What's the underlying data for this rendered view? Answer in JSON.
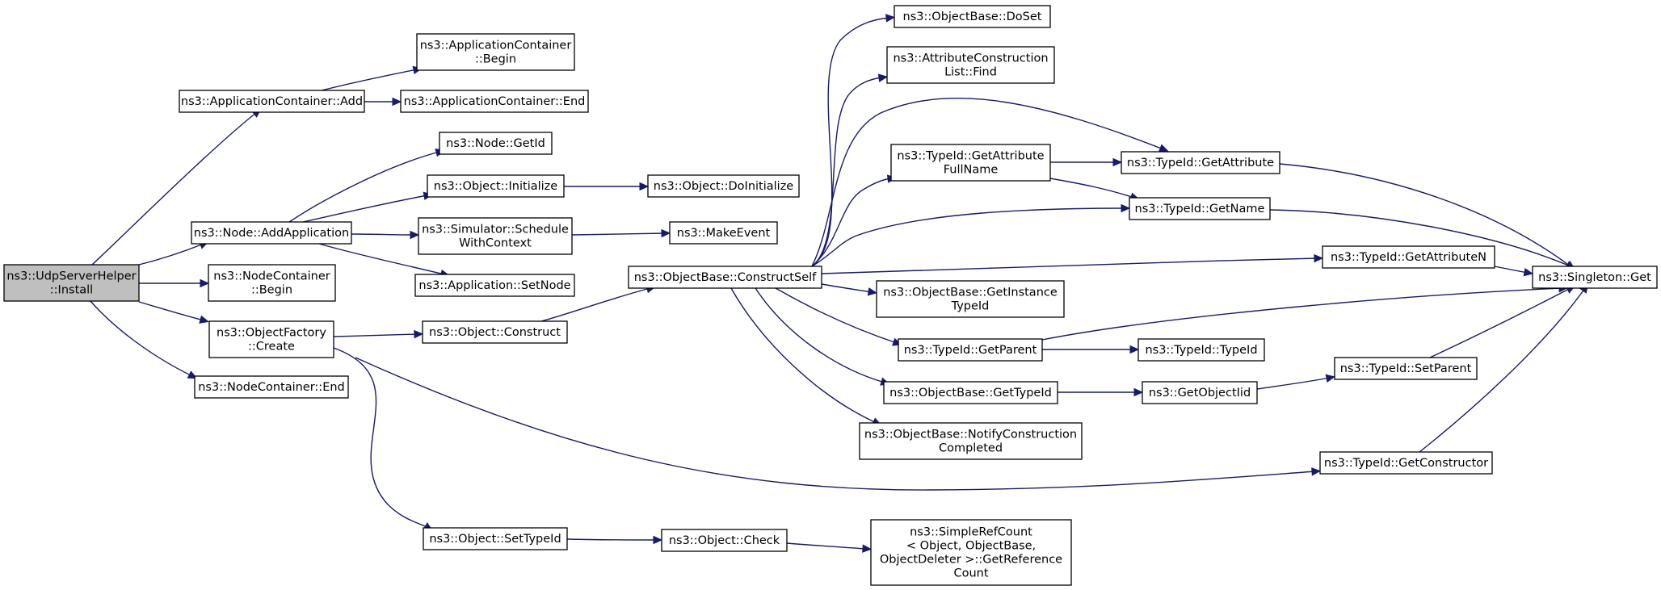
{
  "nodes": {
    "udp_install": [
      "ns3::UdpServerHelper",
      "::Install"
    ],
    "appcont_add": [
      "ns3::ApplicationContainer::Add"
    ],
    "appcont_begin": [
      "ns3::ApplicationContainer",
      "::Begin"
    ],
    "appcont_end": [
      "ns3::ApplicationContainer::End"
    ],
    "node_addapp": [
      "ns3::Node::AddApplication"
    ],
    "node_getid": [
      "ns3::Node::GetId"
    ],
    "obj_initialize": [
      "ns3::Object::Initialize"
    ],
    "obj_doinitialize": [
      "ns3::Object::DoInitialize"
    ],
    "sim_schedule": [
      "ns3::Simulator::Schedule",
      "WithContext"
    ],
    "make_event": [
      "ns3::MakeEvent"
    ],
    "app_setnode": [
      "ns3::Application::SetNode"
    ],
    "nodecont_begin": [
      "ns3::NodeContainer",
      "::Begin"
    ],
    "objfactory_create": [
      "ns3::ObjectFactory",
      "::Create"
    ],
    "nodecont_end": [
      "ns3::NodeContainer::End"
    ],
    "obj_construct": [
      "ns3::Object::Construct"
    ],
    "objbase_constructself": [
      "ns3::ObjectBase::ConstructSelf"
    ],
    "objbase_doset": [
      "ns3::ObjectBase::DoSet"
    ],
    "attrlist_find": [
      "ns3::AttributeConstruction",
      "List::Find"
    ],
    "typeid_getattrfullname": [
      "ns3::TypeId::GetAttribute",
      "FullName"
    ],
    "typeid_getattribute": [
      "ns3::TypeId::GetAttribute"
    ],
    "typeid_getname": [
      "ns3::TypeId::GetName"
    ],
    "typeid_getattributen": [
      "ns3::TypeId::GetAttributeN"
    ],
    "singleton_get": [
      "ns3::Singleton::Get"
    ],
    "objbase_getinstancetypeid": [
      "ns3::ObjectBase::GetInstance",
      "TypeId"
    ],
    "typeid_getparent": [
      "ns3::TypeId::GetParent"
    ],
    "typeid_typeid": [
      "ns3::TypeId::TypeId"
    ],
    "objbase_gettypeid": [
      "ns3::ObjectBase::GetTypeId"
    ],
    "get_objectiid": [
      "ns3::GetObjectIid"
    ],
    "typeid_setparent": [
      "ns3::TypeId::SetParent"
    ],
    "objbase_notify": [
      "ns3::ObjectBase::NotifyConstruction",
      "Completed"
    ],
    "typeid_getconstructor": [
      "ns3::TypeId::GetConstructor"
    ],
    "obj_settypeid": [
      "ns3::Object::SetTypeId"
    ],
    "obj_check": [
      "ns3::Object::Check"
    ],
    "simplerefcount": [
      "ns3::SimpleRefCount",
      "< Object, ObjectBase,",
      "ObjectDeleter >::GetReference",
      "Count"
    ]
  },
  "edges": [
    [
      "udp_install",
      "appcont_add"
    ],
    [
      "udp_install",
      "node_addapp"
    ],
    [
      "udp_install",
      "nodecont_begin"
    ],
    [
      "udp_install",
      "objfactory_create"
    ],
    [
      "udp_install",
      "nodecont_end"
    ],
    [
      "appcont_add",
      "appcont_begin"
    ],
    [
      "appcont_add",
      "appcont_end"
    ],
    [
      "node_addapp",
      "node_getid"
    ],
    [
      "node_addapp",
      "obj_initialize"
    ],
    [
      "node_addapp",
      "sim_schedule"
    ],
    [
      "node_addapp",
      "app_setnode"
    ],
    [
      "obj_initialize",
      "obj_doinitialize"
    ],
    [
      "sim_schedule",
      "make_event"
    ],
    [
      "objfactory_create",
      "obj_construct"
    ],
    [
      "objfactory_create",
      "obj_settypeid"
    ],
    [
      "objfactory_create",
      "typeid_getconstructor"
    ],
    [
      "obj_construct",
      "objbase_constructself"
    ],
    [
      "objbase_constructself",
      "objbase_doset"
    ],
    [
      "objbase_constructself",
      "attrlist_find"
    ],
    [
      "objbase_constructself",
      "typeid_getattribute"
    ],
    [
      "objbase_constructself",
      "typeid_getattrfullname"
    ],
    [
      "objbase_constructself",
      "typeid_getname"
    ],
    [
      "objbase_constructself",
      "typeid_getattributen"
    ],
    [
      "objbase_constructself",
      "objbase_getinstancetypeid"
    ],
    [
      "objbase_constructself",
      "typeid_getparent"
    ],
    [
      "objbase_constructself",
      "objbase_gettypeid"
    ],
    [
      "objbase_constructself",
      "objbase_notify"
    ],
    [
      "typeid_getattrfullname",
      "typeid_getattribute"
    ],
    [
      "typeid_getattrfullname",
      "typeid_getname"
    ],
    [
      "typeid_getattribute",
      "singleton_get"
    ],
    [
      "typeid_getname",
      "singleton_get"
    ],
    [
      "typeid_getattributen",
      "singleton_get"
    ],
    [
      "typeid_getparent",
      "singleton_get"
    ],
    [
      "typeid_getparent",
      "typeid_typeid"
    ],
    [
      "objbase_gettypeid",
      "get_objectiid"
    ],
    [
      "get_objectiid",
      "typeid_setparent"
    ],
    [
      "typeid_setparent",
      "singleton_get"
    ],
    [
      "typeid_getconstructor",
      "singleton_get"
    ],
    [
      "obj_settypeid",
      "obj_check"
    ],
    [
      "obj_check",
      "simplerefcount"
    ]
  ],
  "colors": {
    "edge": "#191970",
    "root_fill": "#bfbfbf",
    "node_fill": "#ffffff",
    "border": "#000000"
  }
}
